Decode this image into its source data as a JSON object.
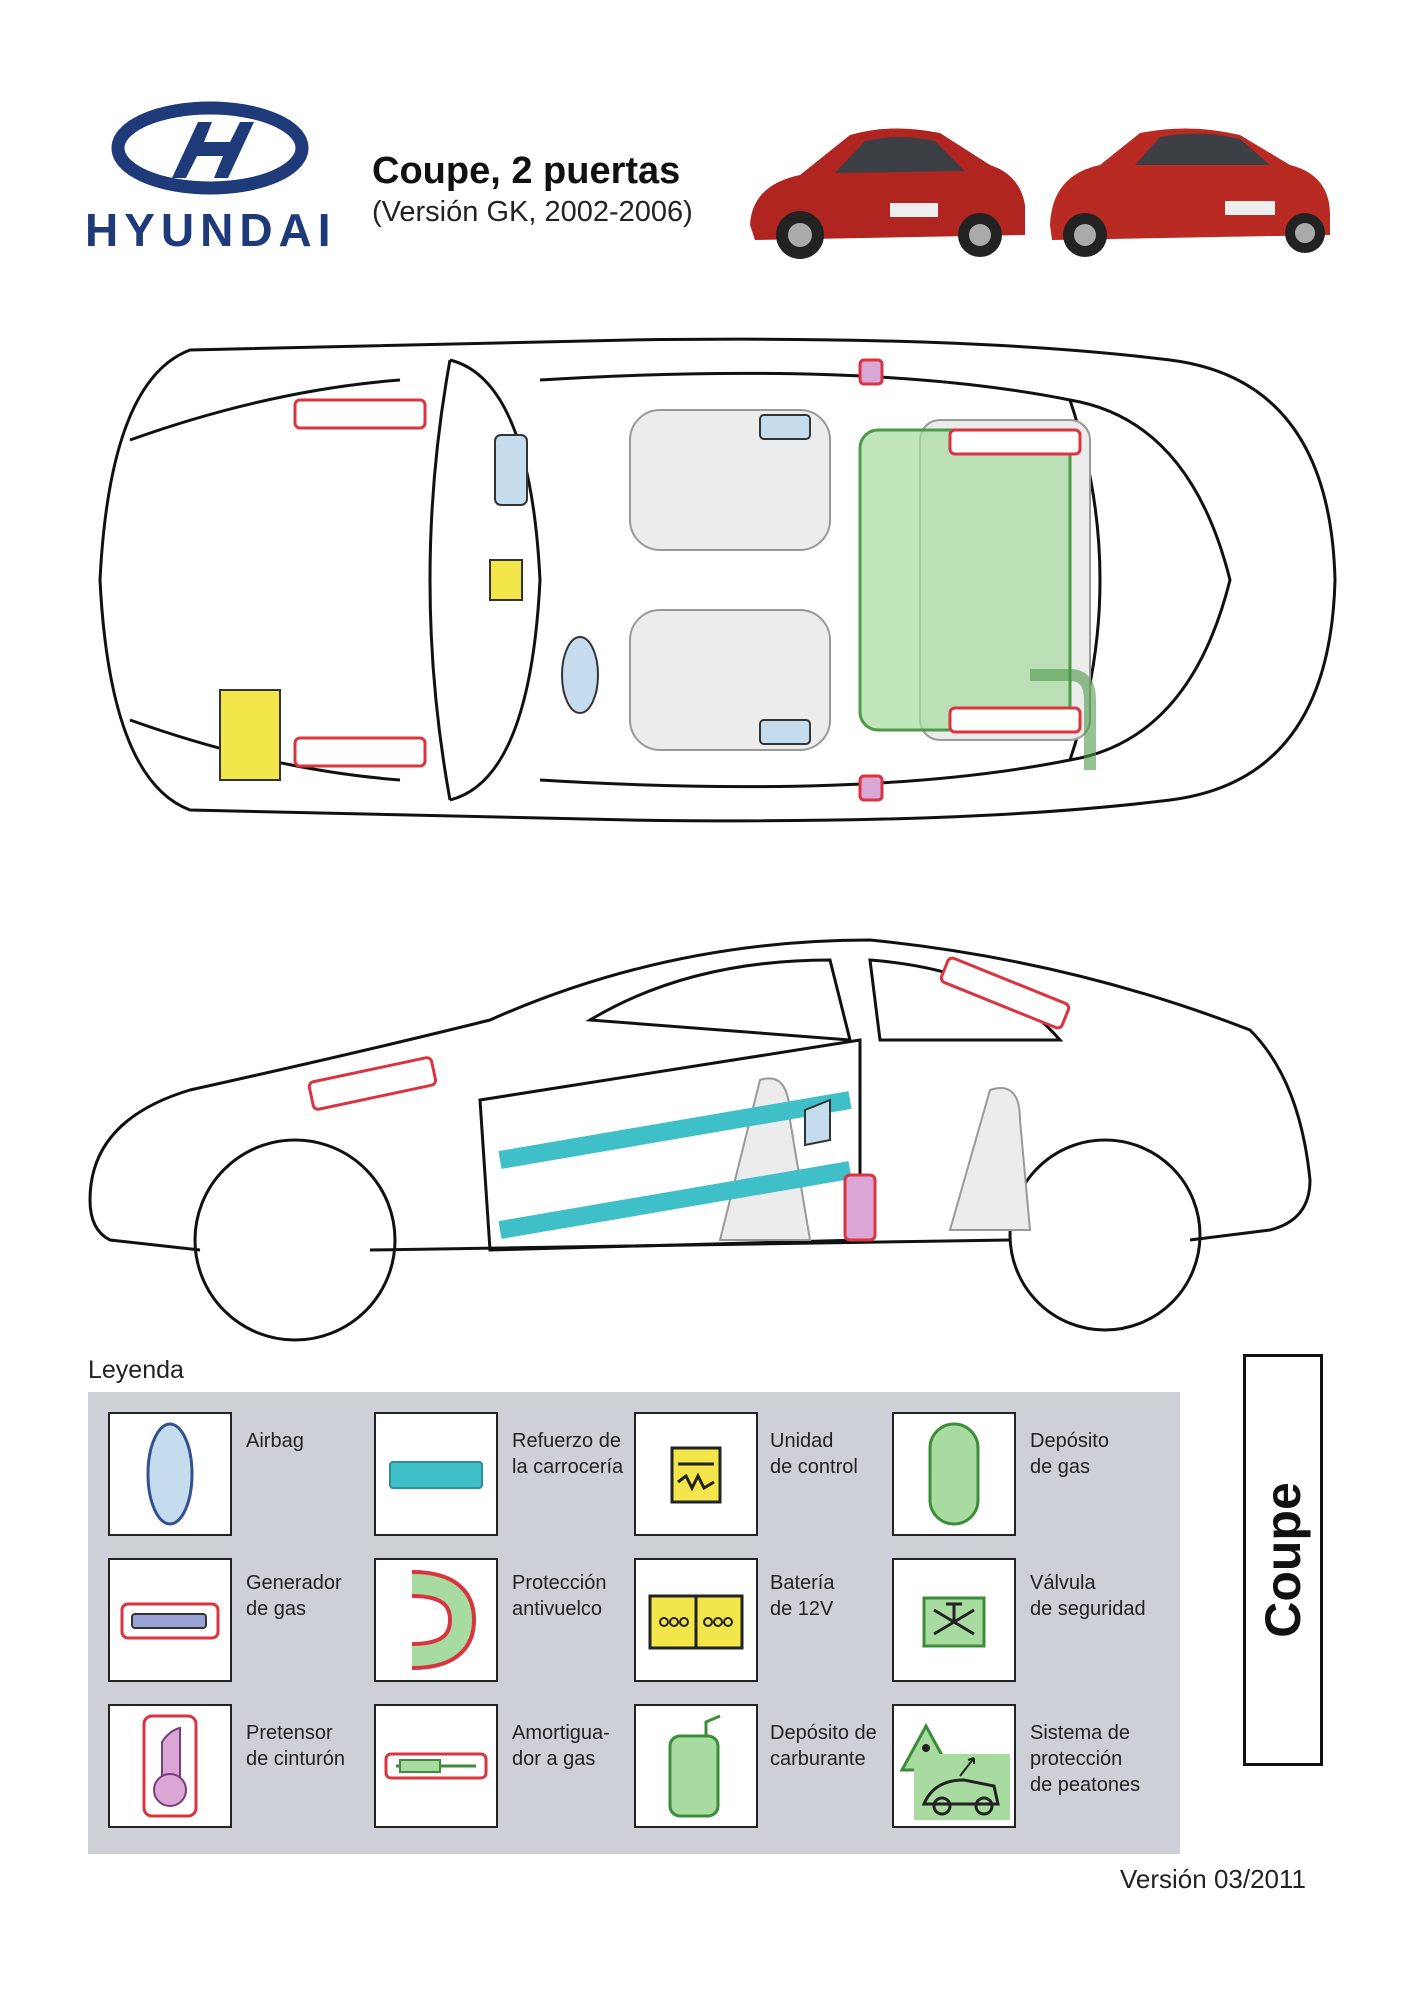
{
  "header": {
    "brand": "HYUNDAI",
    "title": "Coupe, 2 puertas",
    "subtitle": "(Versión GK, 2002-2006)"
  },
  "legend": {
    "title": "Leyenda",
    "items": [
      {
        "label": "Airbag",
        "icon": "airbag-icon"
      },
      {
        "label": "Refuerzo de\nla carrocería",
        "icon": "body-reinforcement-icon"
      },
      {
        "label": "Unidad\nde control",
        "icon": "control-unit-icon"
      },
      {
        "label": "Depósito\nde gas",
        "icon": "gas-tank-icon"
      },
      {
        "label": "Generador\nde gas",
        "icon": "gas-generator-icon"
      },
      {
        "label": "Protección\nantivuelco",
        "icon": "rollover-protection-icon"
      },
      {
        "label": "Batería\nde 12V",
        "icon": "battery-icon"
      },
      {
        "label": "Válvula\nde seguridad",
        "icon": "safety-valve-icon"
      },
      {
        "label": "Pretensor\nde cinturón",
        "icon": "belt-pretensioner-icon"
      },
      {
        "label": "Amortigua-\ndor a gas",
        "icon": "gas-strut-icon"
      },
      {
        "label": "Depósito de\ncarburante",
        "icon": "fuel-tank-icon"
      },
      {
        "label": "Sistema de\nprotección\nde peatones",
        "icon": "pedestrian-protection-icon"
      }
    ]
  },
  "side_tab": "Coupe",
  "footer": {
    "version": "Versión 03/2011"
  },
  "colors": {
    "airbag": "#c5dcef",
    "reinforcement": "#3fbfc8",
    "control_unit": "#f2e64a",
    "gas_tank": "#a8dba0",
    "outline_red": "#d9343f",
    "pretensioner": "#d9a6d6",
    "brand_blue": "#1e3a78"
  }
}
